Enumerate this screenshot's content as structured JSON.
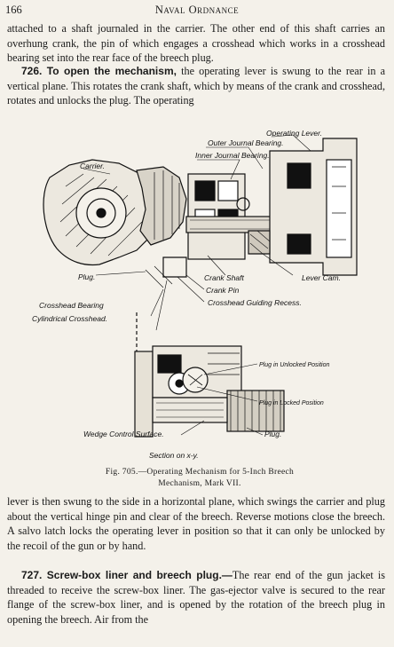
{
  "header": {
    "page_number": "166",
    "running_title": "Naval Ordnance"
  },
  "paragraphs": {
    "p1": "attached to a shaft journaled in the carrier. The other end of this shaft carries an overhung crank, the pin of which engages a crosshead which works in a crosshead bearing set into the rear face of the breech plug.",
    "p2_heading": "726. To open the mechanism,",
    "p2_body": " the operating lever is swung to the rear in a vertical plane. This rotates the crank shaft, which by means of the crank and crosshead, rotates and unlocks the plug. The operating",
    "p3": "lever is then swung to the side in a horizontal plane, which swings the carrier and plug about the vertical hinge pin and clear of the breech. Reverse motions close the breech. A salvo latch locks the operating lever in position so that it can only be unlocked by the recoil of the gun or by hand.",
    "p4_heading": "727. Screw-box liner and breech plug.—",
    "p4_body": "The rear end of the gun jacket is threaded to receive the screw-box liner. The gas-ejector valve is secured to the rear flange of the screw-box liner, and is opened by the rotation of the breech plug in opening the breech. Air from the"
  },
  "figure": {
    "labels": {
      "operating_lever": "Operating Lever.",
      "outer_journal_bearing": "Outer Journal Bearing.",
      "inner_journal_bearing": "Inner Journal Bearing.",
      "carrier": "Carrier.",
      "plug": "Plug.",
      "crank_shaft": "Crank Shaft",
      "lever_cam": "Lever Cam.",
      "crank_pin": "Crank Pin",
      "crosshead_bearing": "Crosshead Bearing",
      "crosshead_guiding_recess": "Crosshead Guiding Recess.",
      "cylindrical_crosshead": "Cylindrical Crosshead.",
      "plug_unlocked": "Plug in Unlocked Position",
      "plug_locked": "Plug in Locked Position",
      "wedge_control_surface": "Wedge Control Surface.",
      "plug_lower": "Plug.",
      "section": "Section on x-y."
    },
    "caption_line1": "Fig. 705.—Operating Mechanism for 5-Inch Breech",
    "caption_line2": "Mechanism, Mark VII."
  }
}
